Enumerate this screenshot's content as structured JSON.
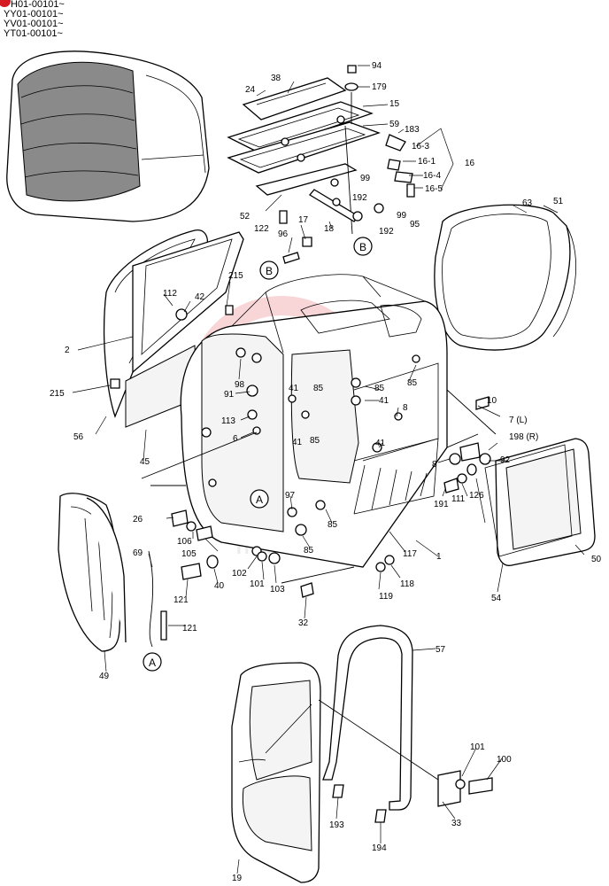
{
  "serials": [
    "H01-00101~",
    "YY01-00101~",
    "YV01-00101~",
    "YT01-00101~"
  ],
  "watermark": "INITEL",
  "callout_markers": {
    "A": "A",
    "B": "B"
  },
  "part_labels": [
    {
      "id": "94",
      "text": "94"
    },
    {
      "id": "179",
      "text": "179"
    },
    {
      "id": "38",
      "text": "38"
    },
    {
      "id": "24",
      "text": "24"
    },
    {
      "id": "15",
      "text": "15"
    },
    {
      "id": "59",
      "text": "59"
    },
    {
      "id": "183",
      "text": "183"
    },
    {
      "id": "16-3",
      "text": "16-3"
    },
    {
      "id": "16-1",
      "text": "16-1"
    },
    {
      "id": "16",
      "text": "16"
    },
    {
      "id": "16-4",
      "text": "16-4"
    },
    {
      "id": "16-5",
      "text": "16-5"
    },
    {
      "id": "99a",
      "text": "99"
    },
    {
      "id": "192a",
      "text": "192"
    },
    {
      "id": "99b",
      "text": "99"
    },
    {
      "id": "192b",
      "text": "192"
    },
    {
      "id": "95",
      "text": "95"
    },
    {
      "id": "52",
      "text": "52"
    },
    {
      "id": "122",
      "text": "122"
    },
    {
      "id": "17",
      "text": "17"
    },
    {
      "id": "18",
      "text": "18"
    },
    {
      "id": "96",
      "text": "96"
    },
    {
      "id": "63",
      "text": "63"
    },
    {
      "id": "51",
      "text": "51"
    },
    {
      "id": "215a",
      "text": "215"
    },
    {
      "id": "112",
      "text": "112"
    },
    {
      "id": "42",
      "text": "42"
    },
    {
      "id": "2",
      "text": "2"
    },
    {
      "id": "98",
      "text": "98"
    },
    {
      "id": "215b",
      "text": "215"
    },
    {
      "id": "91",
      "text": "91"
    },
    {
      "id": "41a",
      "text": "41"
    },
    {
      "id": "85a",
      "text": "85"
    },
    {
      "id": "85b",
      "text": "85"
    },
    {
      "id": "85c",
      "text": "85"
    },
    {
      "id": "41b",
      "text": "41"
    },
    {
      "id": "10",
      "text": "10"
    },
    {
      "id": "113",
      "text": "113"
    },
    {
      "id": "41c",
      "text": "41"
    },
    {
      "id": "85d",
      "text": "85"
    },
    {
      "id": "8a",
      "text": "8"
    },
    {
      "id": "56",
      "text": "56"
    },
    {
      "id": "6",
      "text": "6"
    },
    {
      "id": "41d",
      "text": "41"
    },
    {
      "id": "7L",
      "text": "7 (L)"
    },
    {
      "id": "198R",
      "text": "198 (R)"
    },
    {
      "id": "45",
      "text": "45"
    },
    {
      "id": "92",
      "text": "92"
    },
    {
      "id": "8b",
      "text": "8"
    },
    {
      "id": "191",
      "text": "191"
    },
    {
      "id": "111",
      "text": "111"
    },
    {
      "id": "126",
      "text": "126"
    },
    {
      "id": "26",
      "text": "26"
    },
    {
      "id": "97",
      "text": "97"
    },
    {
      "id": "85e",
      "text": "85"
    },
    {
      "id": "106",
      "text": "106"
    },
    {
      "id": "105",
      "text": "105"
    },
    {
      "id": "85f",
      "text": "85"
    },
    {
      "id": "117",
      "text": "117"
    },
    {
      "id": "1",
      "text": "1"
    },
    {
      "id": "50",
      "text": "50"
    },
    {
      "id": "69",
      "text": "69"
    },
    {
      "id": "102",
      "text": "102"
    },
    {
      "id": "101a",
      "text": "101"
    },
    {
      "id": "103",
      "text": "103"
    },
    {
      "id": "40",
      "text": "40"
    },
    {
      "id": "118",
      "text": "118"
    },
    {
      "id": "121a",
      "text": "121"
    },
    {
      "id": "119",
      "text": "119"
    },
    {
      "id": "54",
      "text": "54"
    },
    {
      "id": "32",
      "text": "32"
    },
    {
      "id": "121b",
      "text": "121"
    },
    {
      "id": "49",
      "text": "49"
    },
    {
      "id": "57",
      "text": "57"
    },
    {
      "id": "101b",
      "text": "101"
    },
    {
      "id": "100",
      "text": "100"
    },
    {
      "id": "193",
      "text": "193"
    },
    {
      "id": "33",
      "text": "33"
    },
    {
      "id": "194",
      "text": "194"
    },
    {
      "id": "19",
      "text": "19"
    }
  ]
}
